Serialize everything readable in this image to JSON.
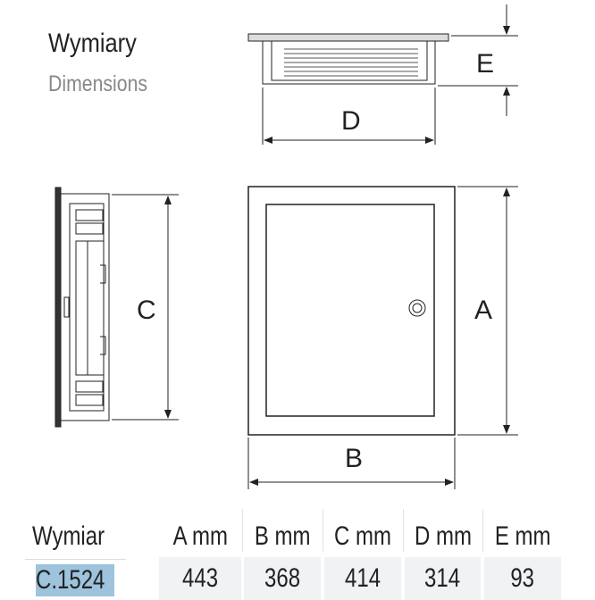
{
  "heading": {
    "title": "Wymiary",
    "subtitle": "Dimensions"
  },
  "drawing": {
    "labels": {
      "A": "A",
      "B": "B",
      "C": "C",
      "D": "D",
      "E": "E"
    },
    "line_color": "#222222"
  },
  "table": {
    "headers": [
      "Wymiar",
      "A mm",
      "B mm",
      "C mm",
      "D mm",
      "E mm"
    ],
    "rows": [
      {
        "model": "C.1524",
        "values": [
          "443",
          "368",
          "414",
          "314",
          "93"
        ]
      }
    ],
    "highlight_color": "#9ec3dc"
  }
}
